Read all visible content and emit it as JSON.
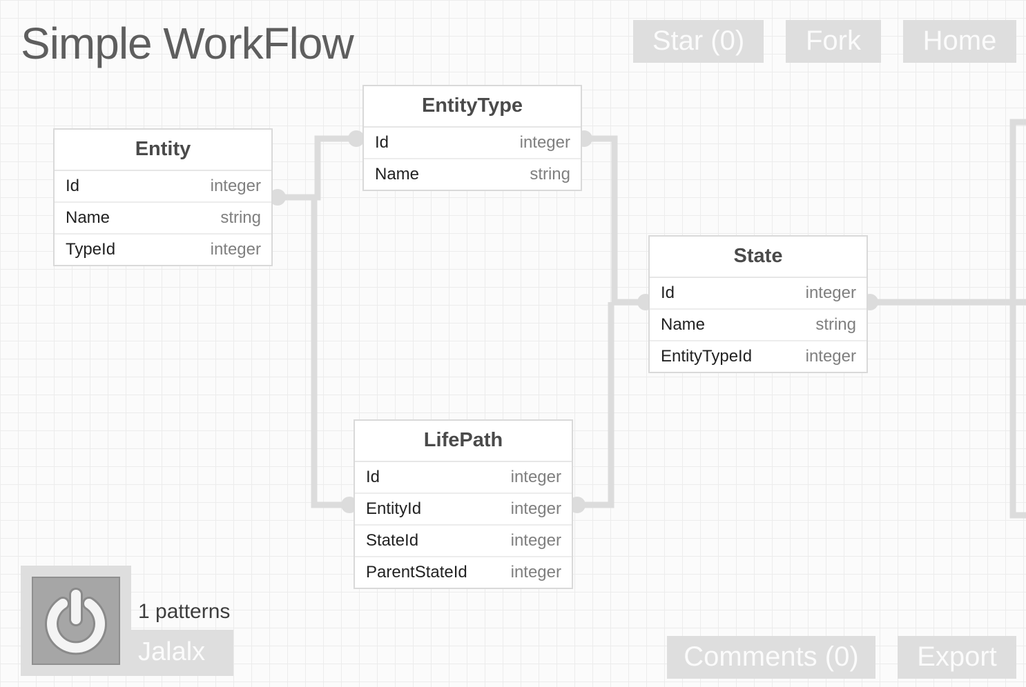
{
  "header": {
    "title": "Simple WorkFlow",
    "star_label": "Star (0)",
    "fork_label": "Fork",
    "home_label": "Home"
  },
  "footer": {
    "comments_label": "Comments (0)",
    "export_label": "Export"
  },
  "profile": {
    "patterns_label": "1 patterns",
    "username": "Jalalx",
    "avatar_icon": "power-icon"
  },
  "tables": {
    "entity": {
      "name": "Entity",
      "fields": [
        {
          "name": "Id",
          "type": "integer"
        },
        {
          "name": "Name",
          "type": "string"
        },
        {
          "name": "TypeId",
          "type": "integer"
        }
      ]
    },
    "entity_type": {
      "name": "EntityType",
      "fields": [
        {
          "name": "Id",
          "type": "integer"
        },
        {
          "name": "Name",
          "type": "string"
        }
      ]
    },
    "state": {
      "name": "State",
      "fields": [
        {
          "name": "Id",
          "type": "integer"
        },
        {
          "name": "Name",
          "type": "string"
        },
        {
          "name": "EntityTypeId",
          "type": "integer"
        }
      ]
    },
    "life_path": {
      "name": "LifePath",
      "fields": [
        {
          "name": "Id",
          "type": "integer"
        },
        {
          "name": "EntityId",
          "type": "integer"
        },
        {
          "name": "StateId",
          "type": "integer"
        },
        {
          "name": "ParentStateId",
          "type": "integer"
        }
      ]
    }
  },
  "colors": {
    "button_bg": "#dedede",
    "button_text": "#fbfbfb",
    "connector": "#dcdcdc",
    "grid_line": "#ececec"
  }
}
